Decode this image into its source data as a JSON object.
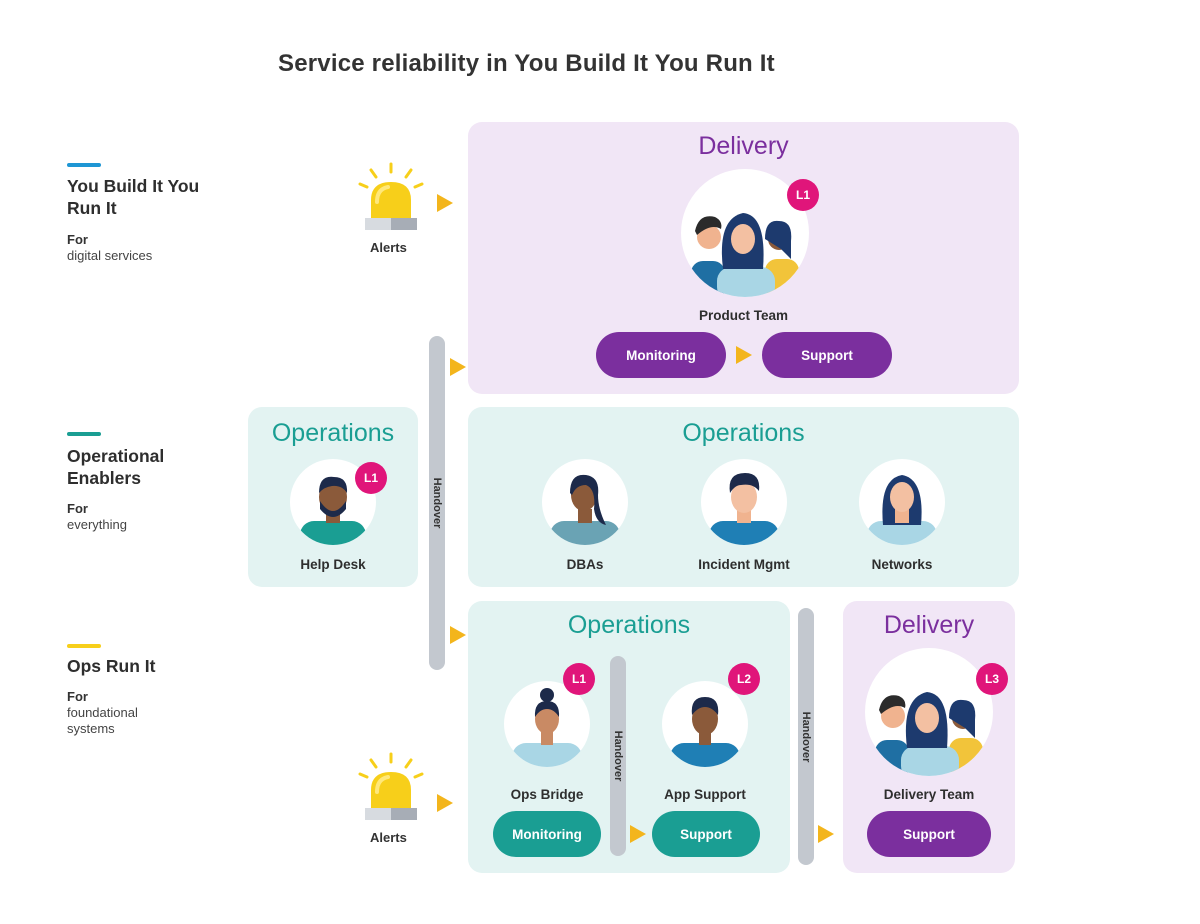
{
  "title": "Service reliability in You Build It You Run It",
  "sections": [
    {
      "title": "You Build It You Run It",
      "for": "For",
      "desc": "digital services",
      "color": "#1e96d4"
    },
    {
      "title": "Operational Enablers",
      "for": "For",
      "desc": "everything",
      "color": "#1a9e93"
    },
    {
      "title": "Ops Run It",
      "for": "For",
      "desc": "foundational systems",
      "color": "#f7cf1a"
    }
  ],
  "alerts": {
    "label": "Alerts"
  },
  "handover": {
    "label": "Handover"
  },
  "delivery_top": {
    "heading": "Delivery",
    "team": "Product Team",
    "badge": "L1",
    "monitoring": "Monitoring",
    "support": "Support"
  },
  "ops_left": {
    "heading": "Operations",
    "team": "Help Desk",
    "badge": "L1"
  },
  "ops_middle": {
    "heading": "Operations",
    "teams": [
      "DBAs",
      "Incident Mgmt",
      "Networks"
    ]
  },
  "ops_bottom": {
    "heading": "Operations",
    "ops_bridge": "Ops Bridge",
    "ops_bridge_badge": "L1",
    "app_support": "App Support",
    "app_support_badge": "L2",
    "monitoring": "Monitoring",
    "support": "Support"
  },
  "delivery_bottom": {
    "heading": "Delivery",
    "team": "Delivery Team",
    "badge": "L3",
    "support": "Support"
  },
  "colors": {
    "purple": "#7b2f9e",
    "teal": "#1a9e93",
    "magenta": "#e0157a",
    "yellow": "#f7cf1a",
    "arrow": "#f3b51c"
  }
}
